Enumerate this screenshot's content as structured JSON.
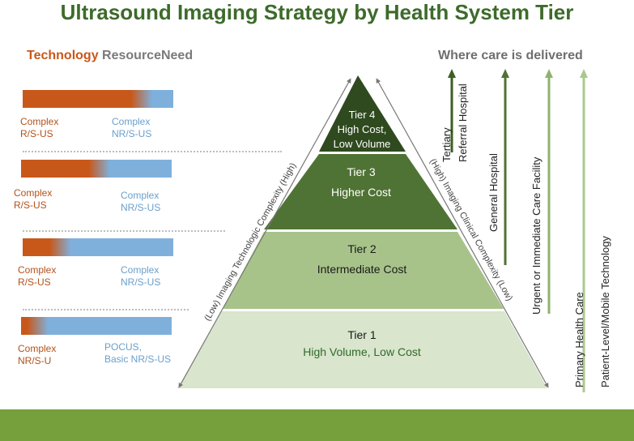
{
  "title": "Ultrasound Imaging Strategy by Health System Tier",
  "left_header": {
    "technology": "Technology",
    "resource": "Resource",
    "need": "Need"
  },
  "right_header": "Where care is delivered",
  "bars": [
    {
      "left_label": [
        "Complex",
        "R/S-US"
      ],
      "right_label": [
        "Complex",
        "NR/S-US"
      ],
      "orange_fraction": 0.72
    },
    {
      "left_label": [
        "Complex",
        "R/S-US"
      ],
      "right_label": [
        "Complex",
        "NR/S-US"
      ],
      "orange_fraction": 0.45
    },
    {
      "left_label": [
        "Complex",
        "R/S-US"
      ],
      "right_label": [
        "Complex",
        "NR/S-US"
      ],
      "orange_fraction": 0.18
    },
    {
      "left_label": [
        "Complex",
        "NR/S-U"
      ],
      "right_label": [
        "POCUS,",
        "Basic NR/S-US"
      ],
      "orange_fraction": 0.04
    }
  ],
  "tiers": [
    {
      "name": "Tier 4",
      "lines": [
        "High Cost,",
        "Low Volume"
      ],
      "color": "#2f4a1f"
    },
    {
      "name": "Tier 3",
      "lines": [
        "Higher Cost"
      ],
      "color": "#4f7334"
    },
    {
      "name": "Tier 2",
      "lines": [
        "Intermediate Cost"
      ],
      "color": "#a7c38a"
    },
    {
      "name": "Tier 1",
      "lines": [
        "High Volume, Low  Cost"
      ],
      "color": "#d9e5cc"
    }
  ],
  "left_axis_label": "(Low)  Imaging Technologic Complexity (High)",
  "right_axis_label": "(High)  Imaging Clinical  Complexity (Low)",
  "care_sites": [
    {
      "lines": [
        "Tertiary",
        "Referral Hospital"
      ],
      "color": "#3d5e25"
    },
    {
      "lines": [
        "General Hospital"
      ],
      "color": "#4e7233"
    },
    {
      "lines": [
        "Urgent or Immediate Care Facility"
      ],
      "color": "#8eb46c"
    },
    {
      "lines": [
        "Primary Health Care"
      ],
      "color": "#a9c98c"
    },
    {
      "lines": [
        "Patient-Level/Mobile Technology"
      ],
      "color": "#c3dbaa"
    }
  ],
  "colors": {
    "orange": "#c8581a",
    "blue": "#7fb0dc",
    "title_green": "#3d6b2b",
    "footer_green": "#76a03c"
  }
}
